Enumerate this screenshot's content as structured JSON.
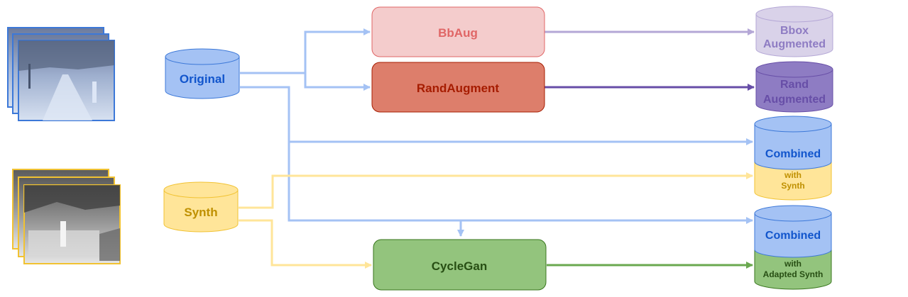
{
  "colors": {
    "blue_fill": "#a4c2f4",
    "blue_stroke": "#3c78d8",
    "blue_text": "#1155cc",
    "yellow_fill": "#ffe599",
    "yellow_stroke": "#f1c232",
    "yellow_text": "#bf9000",
    "pink_fill": "#f4cccc",
    "pink_stroke": "#e06666",
    "pink_text": "#e06666",
    "red_fill": "#dd7e6b",
    "red_stroke": "#a61c00",
    "red_text": "#a61c00",
    "green_fill": "#93c47d",
    "green_stroke": "#38761d",
    "green_text": "#274e13",
    "lavender_fill": "#d9d2e9",
    "lavender_stroke": "#8e7cc3",
    "lavender_text": "#8e7cc3",
    "purple_fill": "#8e7cc3",
    "purple_stroke": "#674ea7",
    "purple_text": "#674ea7"
  },
  "sources": {
    "original": "Original",
    "synth": "Synth"
  },
  "processes": {
    "bbaug": "BbAug",
    "randaugment": "RandAugment",
    "cyclegan": "CycleGan"
  },
  "outputs": {
    "bbox": {
      "line1": "Bbox",
      "line2": "Augmented"
    },
    "rand": {
      "line1": "Rand",
      "line2": "Augmented"
    },
    "combined_synth": {
      "line1": "Combined",
      "line2": "with",
      "line3": "Synth"
    },
    "combined_adapted": {
      "line1": "Combined",
      "line2": "with",
      "line3": "Adapted Synth"
    }
  },
  "thumbnails": {
    "original_stack": "thermal-image-stack-icon",
    "synth_stack": "synthetic-image-stack-icon"
  }
}
